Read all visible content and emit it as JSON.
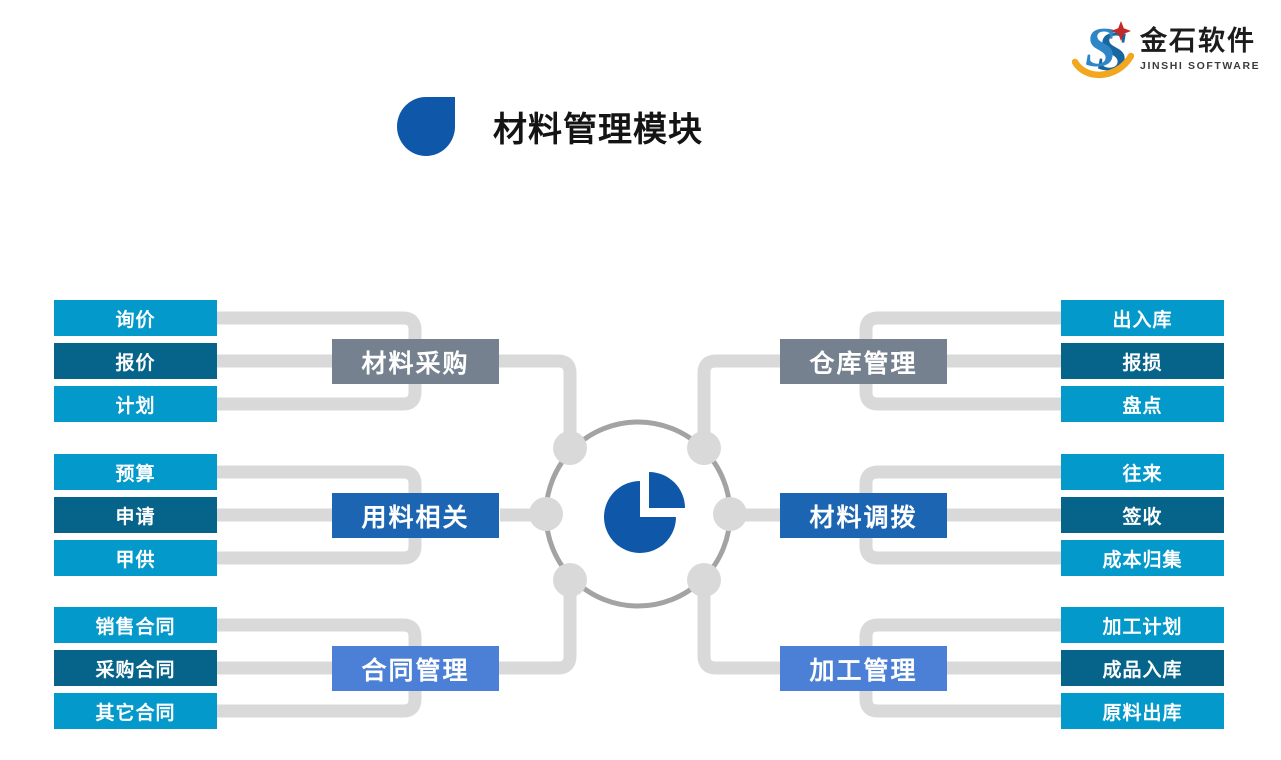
{
  "logo": {
    "brand_cn": "金石软件",
    "brand_en": "JINSHI SOFTWARE"
  },
  "title": "材料管理模块",
  "colors": {
    "accent": "#0e57a9",
    "item_light": "#0499cb",
    "item_dark": "#06638a",
    "cat_gray": "#75818f",
    "cat_blue": "#1b65b2",
    "cat_lightblue": "#4c80d6",
    "line": "#d9d9d9",
    "ring": "#a3a3a3",
    "node": "#d9d9d9",
    "logo_blue_front": "#2e86c6",
    "logo_blue_back": "#17669f",
    "logo_orange": "#f2a71f",
    "logo_red": "#c62828"
  },
  "center": {
    "icon": "pie-chart-icon"
  },
  "groups": [
    {
      "id": "procurement",
      "label": "材料采购",
      "style": "gray",
      "side": "left",
      "items": [
        "询价",
        "报价",
        "计划"
      ]
    },
    {
      "id": "usage",
      "label": "用料相关",
      "style": "blue",
      "side": "left",
      "items": [
        "预算",
        "申请",
        "甲供"
      ]
    },
    {
      "id": "contract",
      "label": "合同管理",
      "style": "lightblue",
      "side": "left",
      "items": [
        "销售合同",
        "采购合同",
        "其它合同"
      ]
    },
    {
      "id": "warehouse",
      "label": "仓库管理",
      "style": "gray",
      "side": "right",
      "items": [
        "出入库",
        "报损",
        "盘点"
      ]
    },
    {
      "id": "transfer",
      "label": "材料调拨",
      "style": "blue",
      "side": "right",
      "items": [
        "往来",
        "签收",
        "成本归集"
      ]
    },
    {
      "id": "processing",
      "label": "加工管理",
      "style": "lightblue",
      "side": "right",
      "items": [
        "加工计划",
        "成品入库",
        "原料出库"
      ]
    }
  ]
}
